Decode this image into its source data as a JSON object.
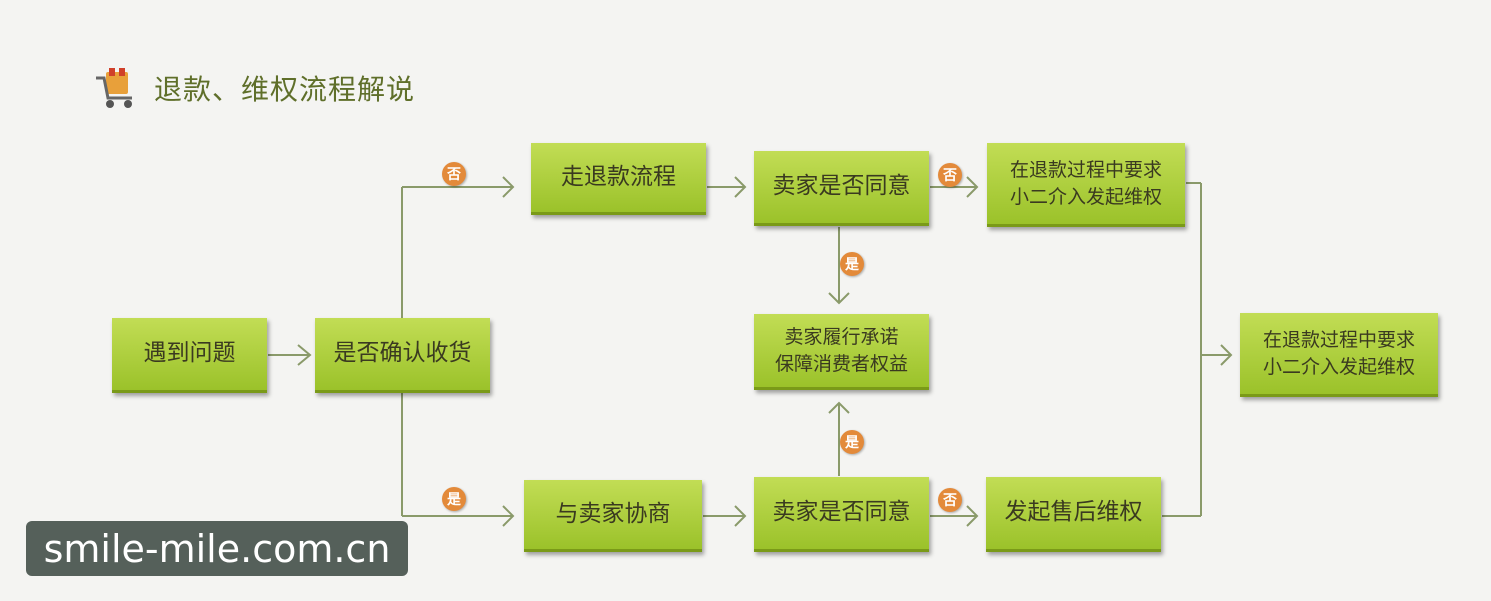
{
  "title": "退款、维权流程解说",
  "nodes": {
    "n_problem": "遇到问题",
    "n_confirm": "是否确认收货",
    "n_refund": "走退款流程",
    "n_seller_agree_top": "卖家是否同意",
    "n_escalate_top": "在退款过程中要求\n小二介入发起维权",
    "n_fulfill": "卖家履行承诺\n保障消费者权益",
    "n_negotiate": "与卖家协商",
    "n_seller_agree_bottom": "卖家是否同意",
    "n_aftersale": "发起售后维权",
    "n_escalate_right": "在退款过程中要求\n小二介入发起维权"
  },
  "labels": {
    "yes": "是",
    "no": "否"
  },
  "watermark": "smile-mile.com.cn",
  "colors": {
    "node_fill": "#a8cc33",
    "badge": "#e38a3a",
    "line": "#8a9a6a",
    "title": "#5f6f2a"
  }
}
